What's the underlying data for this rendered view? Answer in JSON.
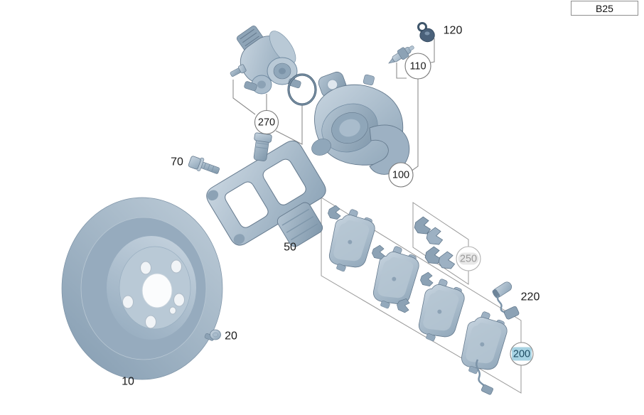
{
  "drawing": {
    "code": "B25"
  },
  "callouts": {
    "disc": {
      "ref": "10",
      "style": "plain"
    },
    "screw": {
      "ref": "20",
      "style": "plain"
    },
    "bracket": {
      "ref": "50",
      "style": "plain"
    },
    "bolt": {
      "ref": "70",
      "style": "plain"
    },
    "caliper": {
      "ref": "100",
      "style": "circle"
    },
    "bleeder": {
      "ref": "110",
      "style": "circle"
    },
    "cap": {
      "ref": "120",
      "style": "plain"
    },
    "pads": {
      "ref": "200",
      "style": "circle-highlighted"
    },
    "sensor": {
      "ref": "220",
      "style": "plain"
    },
    "clips": {
      "ref": "250",
      "style": "circle-dimmed"
    },
    "actuator": {
      "ref": "270",
      "style": "circle"
    }
  },
  "colors": {
    "part_base": "#9db1c3",
    "part_light": "#c8d5e0",
    "part_dark": "#7e96aa",
    "part_edge": "#64798d",
    "leader_line": "#8c8c8c",
    "highlight_fill": "#a7d3e3",
    "highlight_text": "#1e4b61",
    "dimmed_fill": "#e8e8e8",
    "dimmed_text": "#9a9a9a",
    "label_text": "#1a1a1a"
  }
}
